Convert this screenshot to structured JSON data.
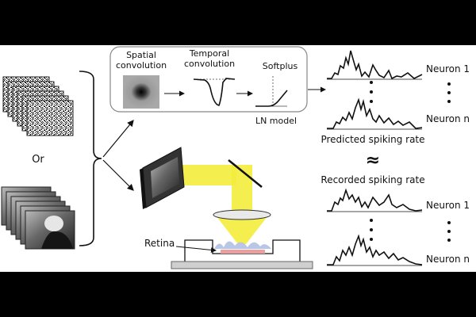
{
  "diagram": {
    "or_label": "Or",
    "ln_box": {
      "spatial_label_1": "Spatial",
      "spatial_label_2": "convolution",
      "temporal_label_1": "Temporal",
      "temporal_label_2": "convolution",
      "softplus_label": "Softplus",
      "model_label": "LN model"
    },
    "predicted": {
      "neuron_first": "Neuron 1",
      "neuron_last": "Neuron n",
      "rate_label": "Predicted spiking rate"
    },
    "approx_symbol": "≈",
    "recorded": {
      "rate_label": "Recorded spiking rate",
      "neuron_first": "Neuron 1",
      "neuron_last": "Neuron n"
    },
    "retina_label": "Retina"
  },
  "colors": {
    "background": "#000000",
    "panel": "#ffffff",
    "beam": "#f3ec3c",
    "tissue": "#b9c6e6",
    "recording_dish_bottom": "#e8a0a0",
    "platform": "#cfcfcf"
  }
}
